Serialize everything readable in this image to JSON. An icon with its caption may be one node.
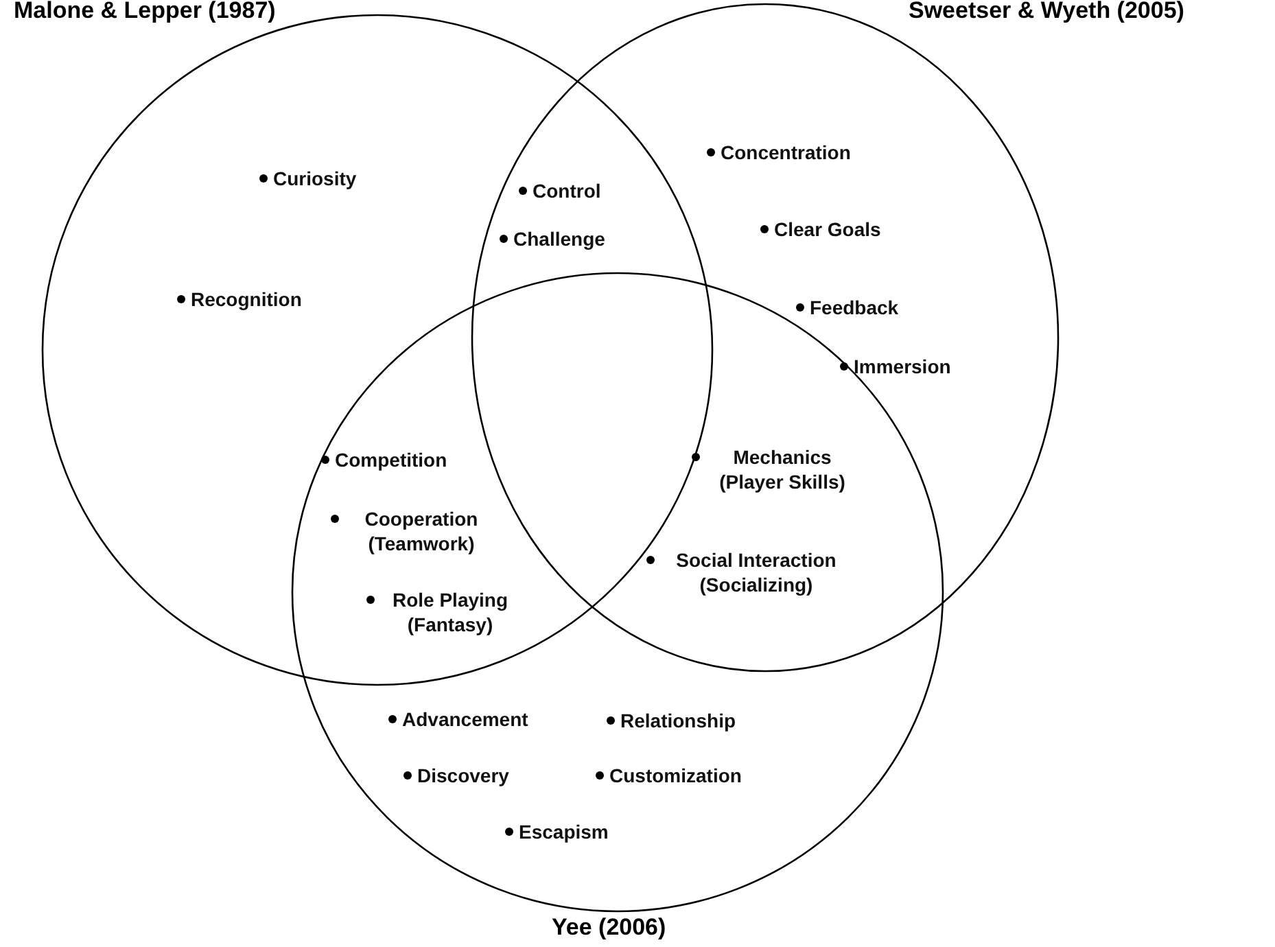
{
  "diagram": {
    "nodes": [
      {
        "text": [
          "Malone & Lepper (1987)"
        ]
      },
      {
        "text": [
          "Sweetser & Wyeth (2005)"
        ]
      },
      {
        "text": [
          "Yee (2006)"
        ]
      }
    ],
    "labels": [
      "Concentration",
      "Curiosity",
      "Control",
      "Clear Goals",
      "Challenge",
      "Recognition",
      "Feedback",
      "Immersion",
      "Competition",
      "Mechanics (Player Skills)",
      "Cooperation (Teamwork)",
      "Social Interaction (Socializing)",
      "Role Playing (Fantasy)",
      "Advancement",
      "Relationship",
      "Discovery",
      "Customization",
      "Escapism"
    ]
  }
}
